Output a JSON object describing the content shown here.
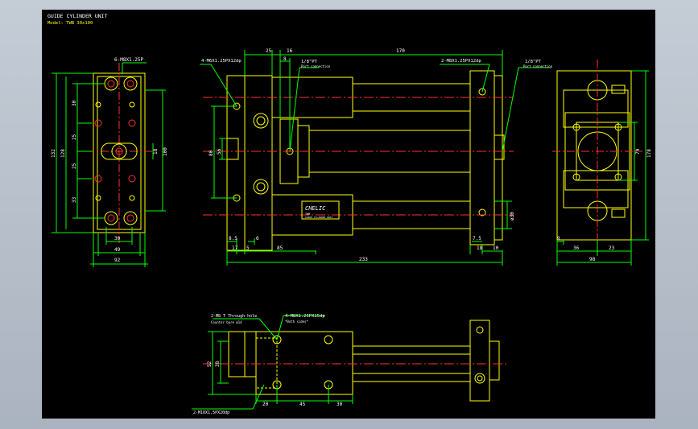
{
  "title": "GUIDE CYLINDER UNIT",
  "model": "Model: TWB 30x100",
  "notes": {
    "tap_left_view": "6-M8X1.25P",
    "tap_front_left": "4-M6X1.25PX12dp",
    "port_front": "1/8\"PT",
    "port_front_sub": "Port connection",
    "tap_front_right": "2-M8X1.25PX12dp",
    "port_side": "1/8\"PT",
    "port_side_sub": "Port connection",
    "plate_bottom": "2-M8 T Through-hole",
    "plate_bottom_sub": "Counter bore ø14",
    "tap_bottom": "4-M8X1.25PX15dp",
    "tap_bottom_sub": "*Both sides*",
    "tap_bottom_left": "2-M10X1.5PX20dp"
  },
  "logo": {
    "brand": "CHELIC",
    "line1": "TWB",
    "line2": "GUIDE CYLINDER UNIT"
  },
  "dims": {
    "left": {
      "v30": "30",
      "v25a": "25",
      "v25b": "25",
      "v33": "33",
      "v132": "132",
      "v128": "128",
      "v100": "100",
      "v18": "18",
      "w30": "30",
      "w49": "49",
      "w92": "92"
    },
    "front": {
      "d25": "25",
      "d16": "16",
      "d8": "8",
      "d170": "170",
      "h80": "80",
      "h56": "56",
      "dia30": "ø30",
      "d85a": "8.5",
      "d6": "6",
      "d17": "17",
      "d5": "5",
      "d85": "85",
      "d233": "233",
      "d75": "7.5",
      "d18": "18",
      "d10": "10"
    },
    "side": {
      "h70": "70",
      "h178": "178",
      "d9": "9",
      "d36": "36",
      "d23": "23",
      "d98": "98"
    },
    "bottom": {
      "h52": "52",
      "h38": "38",
      "d20": "20",
      "d45": "45",
      "d30": "30"
    }
  }
}
